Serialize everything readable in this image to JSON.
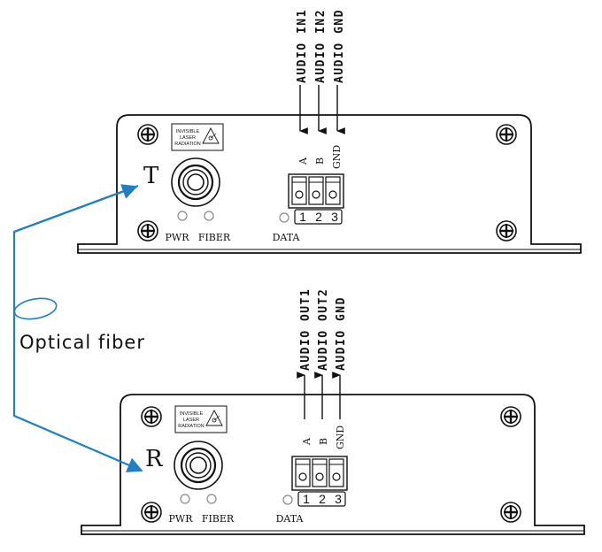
{
  "transmitter": {
    "unit_letter": "T",
    "laser_warning": [
      "INVISIBLE",
      "LASER",
      "RADIATION"
    ],
    "signal_labels": [
      "AUDIO IN1",
      "AUDIO IN2",
      "AUDIO GND"
    ],
    "terminal_labels": [
      "A",
      "B",
      "GND"
    ],
    "terminal_numbers": [
      "1",
      "2",
      "3"
    ],
    "led_labels": {
      "pwr": "PWR",
      "fiber": "FIBER",
      "data": "DATA"
    }
  },
  "receiver": {
    "unit_letter": "R",
    "laser_warning": [
      "INVISIBLE",
      "LASER",
      "RADIATION"
    ],
    "signal_labels": [
      "AUDIO OUT1",
      "AUDIO OUT2",
      "AUDIO GND"
    ],
    "terminal_labels": [
      "A",
      "B",
      "GND"
    ],
    "terminal_numbers": [
      "1",
      "2",
      "3"
    ],
    "led_labels": {
      "pwr": "PWR",
      "fiber": "FIBER",
      "data": "DATA"
    }
  },
  "fiber": {
    "label": "Optical fiber",
    "color": "#1e7fc4"
  }
}
